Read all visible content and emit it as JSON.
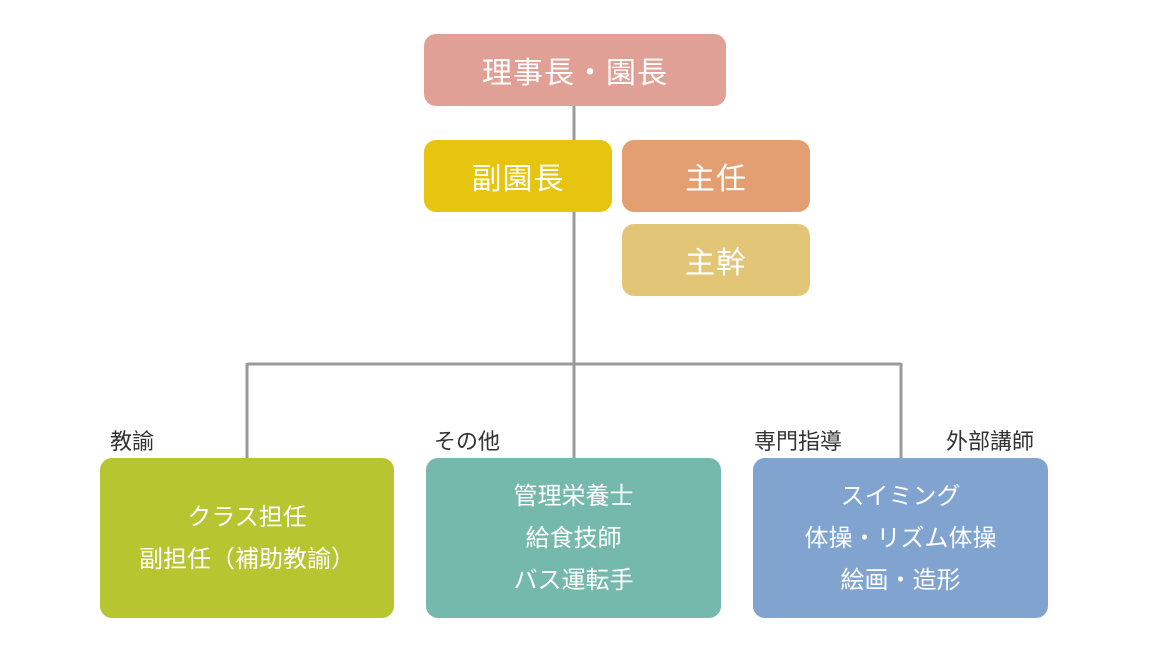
{
  "chart": {
    "top": {
      "chairman": "理事長・園長"
    },
    "management": {
      "vice_principal": "副園長",
      "chief": "主任",
      "manager": "主幹"
    },
    "branches": {
      "teachers": {
        "label": "教諭",
        "lines": [
          "クラス担任",
          "副担任（補助教諭）"
        ]
      },
      "others": {
        "label": "その他",
        "lines": [
          "管理栄養士",
          "給食技師",
          "バス運転手"
        ]
      },
      "specialists": {
        "label": "専門指導",
        "label_secondary": "外部講師",
        "lines": [
          "スイミング",
          "体操・リズム体操",
          "絵画・造形"
        ]
      }
    },
    "colors": {
      "chairman": "#e0a096",
      "vice_principal": "#e6c410",
      "chief": "#e39f72",
      "manager": "#e2c577",
      "teachers": "#b7c530",
      "others": "#75b9ad",
      "specialists": "#80a4cf",
      "connector": "#9a9a9a"
    }
  }
}
